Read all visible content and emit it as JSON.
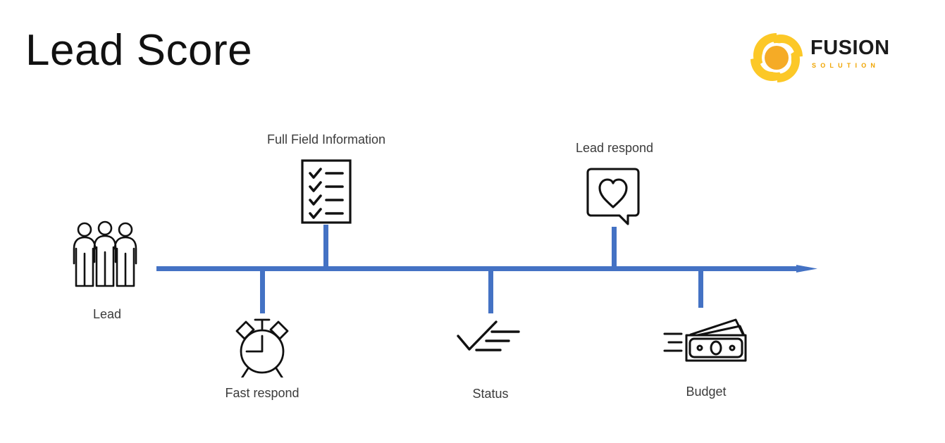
{
  "slide": {
    "title": "Lead Score",
    "background_color": "#ffffff",
    "accent_color": "#4472c4",
    "label_color": "#3b3b3b"
  },
  "logo": {
    "name": "Fusion Solution",
    "primary_text": "FUSION",
    "secondary_text": "SOLUTION",
    "mark_color": "#fcc827",
    "mark_center_color": "#f5ab26",
    "wordmark_color": "#1b1b1b",
    "secondary_color": "#f0a500"
  },
  "timeline": {
    "axis_color": "#4472c4",
    "direction": "left-to-right",
    "start_label": "Lead",
    "nodes": [
      {
        "id": "lead",
        "label": "Lead",
        "icon": "three-people-icon",
        "position": "start",
        "side": "below"
      },
      {
        "id": "fast-respond",
        "label": "Fast respond",
        "icon": "alarm-clock-icon",
        "side": "below"
      },
      {
        "id": "full-field-information",
        "label": "Full Field Information",
        "icon": "checklist-document-icon",
        "side": "above"
      },
      {
        "id": "status",
        "label": "Status",
        "icon": "checkmark-lines-icon",
        "side": "below"
      },
      {
        "id": "lead-respond",
        "label": "Lead respond",
        "icon": "speech-bubble-heart-icon",
        "side": "above"
      },
      {
        "id": "budget",
        "label": "Budget",
        "icon": "banknotes-icon",
        "side": "below"
      }
    ]
  }
}
